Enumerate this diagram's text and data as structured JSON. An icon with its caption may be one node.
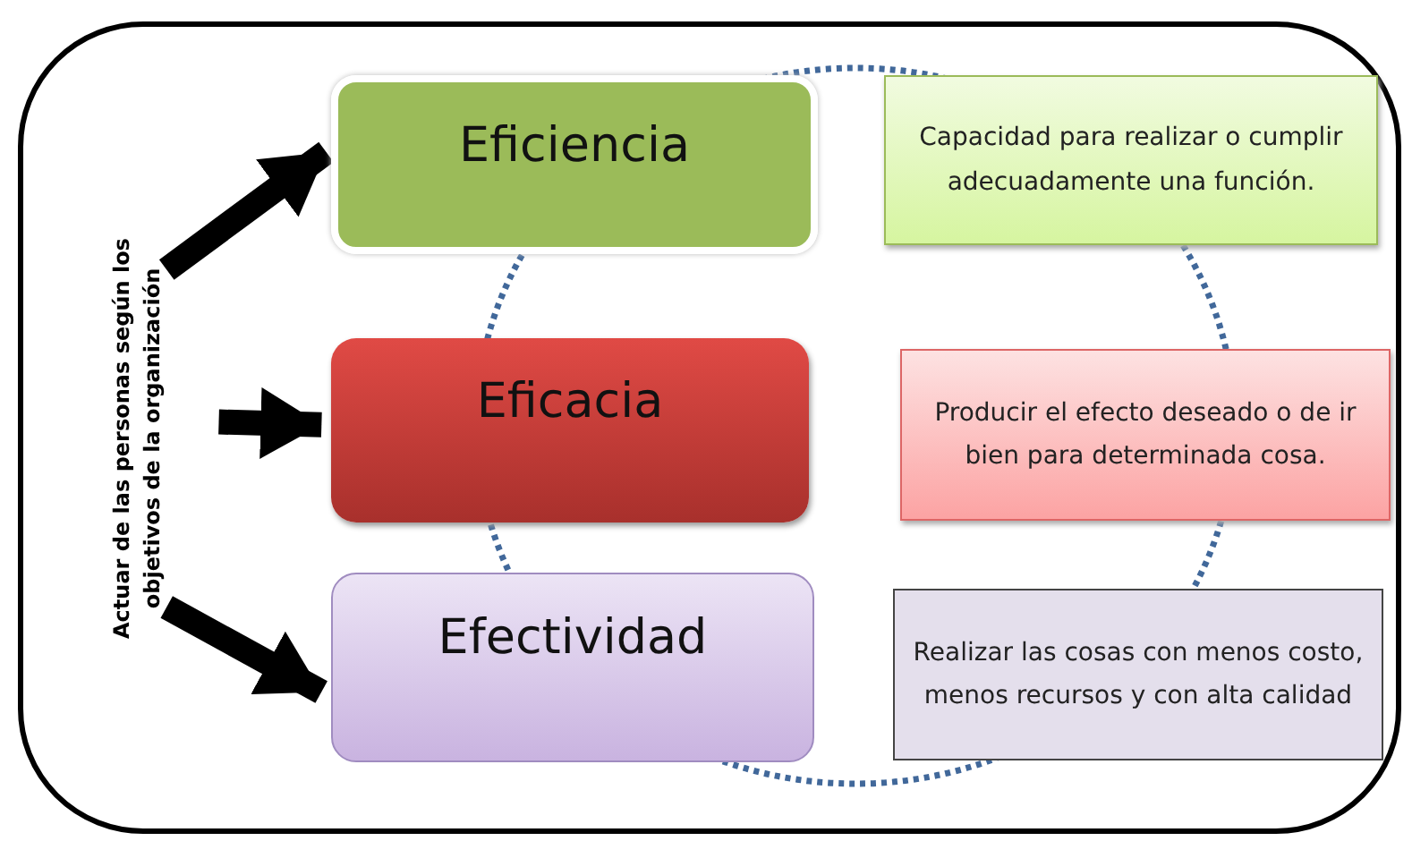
{
  "diagram": {
    "nodes": [
      {
        "text": [],
        "shape": "box"
      },
      {
        "text": [
          "Actuar de las personas según los objetivos de la organización"
        ],
        "in": 0
      },
      {
        "text": [
          "Eficiencia"
        ],
        "in": 0
      },
      {
        "text": [
          "Eficacia"
        ],
        "in": 0
      },
      {
        "text": [
          "Efectividad"
        ],
        "in": 0
      },
      {
        "text": [
          "Capacidad para realizar o cumplir adecuadamente una función."
        ],
        "in": 0
      },
      {
        "text": [
          "Producir el efecto deseado o de ir bien para determinada cosa."
        ],
        "in": 0
      },
      {
        "text": [
          "Realizar las cosas con menos costo, menos recursos y con alta calidad"
        ],
        "in": 0
      }
    ],
    "edges": [
      {
        "from": 1,
        "to": 2,
        "arrow": "to"
      },
      {
        "from": 1,
        "to": 3,
        "arrow": "to"
      },
      {
        "from": 1,
        "to": 4,
        "arrow": "to"
      }
    ]
  }
}
